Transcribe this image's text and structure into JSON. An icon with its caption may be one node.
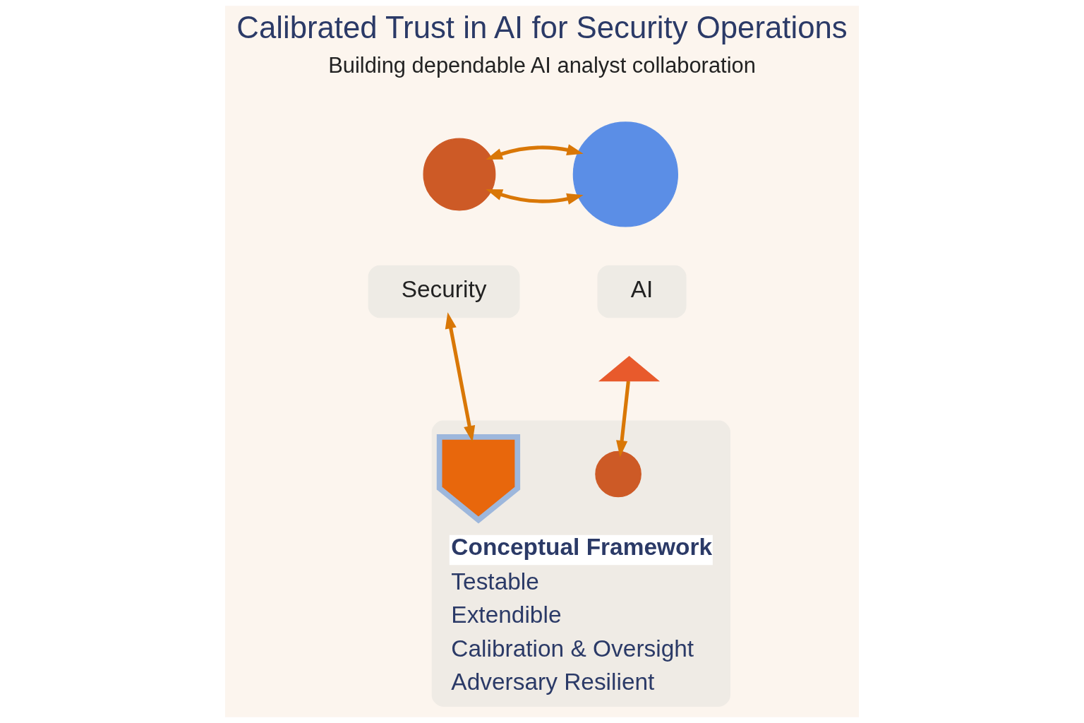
{
  "diagram": {
    "title": "Calibrated Trust in AI for Security Operations",
    "nodes": [
      {
        "text": [],
        "shape": "person"
      },
      {
        "text": [],
        "shape": "head"
      },
      {
        "text": [
          "Security"
        ]
      },
      {
        "text": [
          "AI"
        ]
      },
      {
        "text": [
          "Conceptual Framework",
          "Testable",
          "Extendible",
          "Calibration & Oversight",
          "Adversary Resilient"
        ]
      },
      {
        "text": [],
        "shape": "shield",
        "in": 4
      },
      {
        "text": [],
        "shape": "triangle"
      },
      {
        "text": [],
        "shape": "person",
        "in": 4
      }
    ],
    "edges": [
      {
        "from": 0,
        "to": 1,
        "arrow": "both"
      },
      {
        "from": 0,
        "to": 1,
        "arrow": "both"
      },
      {
        "from": 2,
        "to": 5,
        "arrow": "both"
      },
      {
        "from": 6,
        "to": 7,
        "arrow": "to"
      }
    ],
    "labels": [
      "Building dependable AI analyst collaboration"
    ]
  }
}
